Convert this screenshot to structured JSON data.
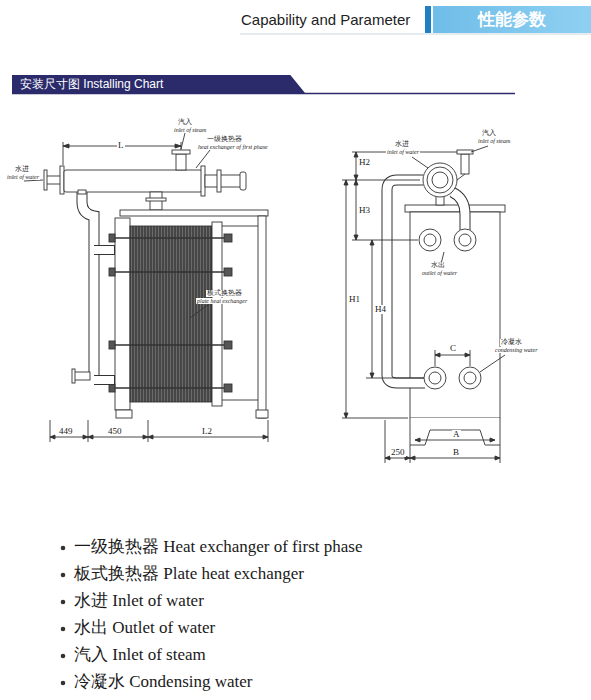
{
  "diagram": {
    "title": "Capability and Parameter",
    "nodes": [
      {
        "text": [
          "性能参数"
        ]
      },
      {
        "text": [
          "安装尺寸图 Installing Chart"
        ]
      }
    ],
    "labels": [
      "L",
      "汽入",
      "inlet of steam",
      "一级换热器",
      "heat exchanger of first phase",
      "水进",
      "inlet of water",
      "板式换热器",
      "plate heat exchanger",
      "449",
      "450",
      "L2",
      "汽入",
      "inlet of steam",
      "水进",
      "inlet of water",
      "H2",
      "H3",
      "H1",
      "H4",
      "水出",
      "outlet of water",
      "C",
      "冷凝水",
      "condensing water",
      "250",
      "A",
      "B",
      "一级换热器 Heat exchanger of first phase",
      "板式换热器 Plate heat exchanger",
      "水进 Inlet of water",
      "水出 Outlet of water",
      "汽入 Inlet of steam",
      "冷凝水 Condensing water"
    ]
  }
}
